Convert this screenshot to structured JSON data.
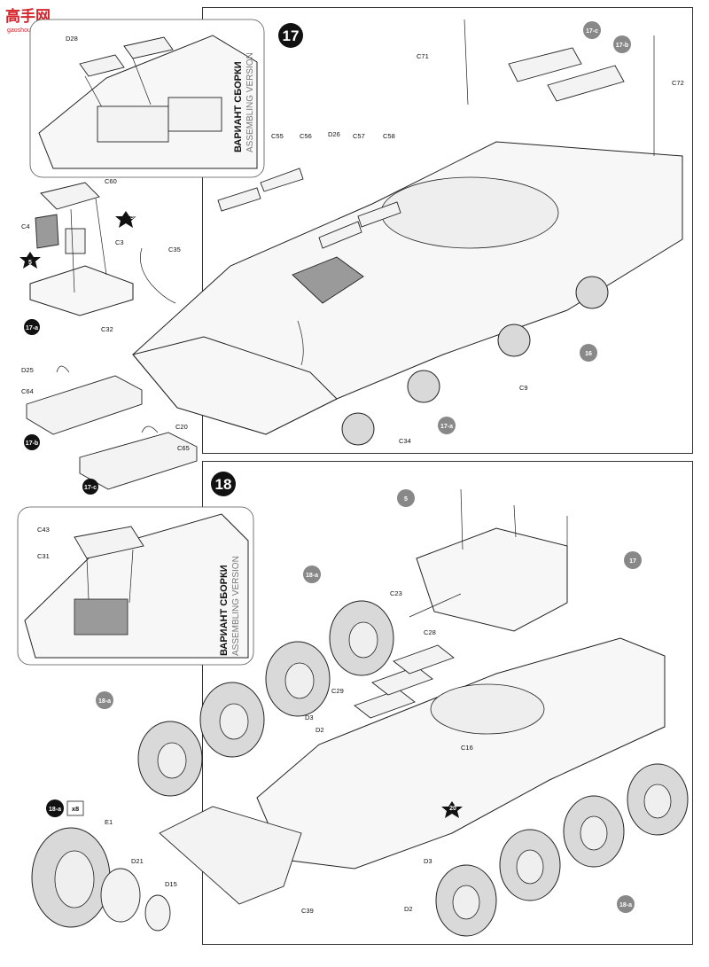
{
  "logo": {
    "main": "高手网",
    "sub": "gaoshou.com"
  },
  "steps": {
    "s17": "17",
    "s18": "18"
  },
  "inset17": {
    "title": "ВАРИАНТ СБОРКИ",
    "subtitle": "ASSEMBLING VERSION",
    "part": "D28"
  },
  "inset18": {
    "title": "ВАРИАНТ СБОРКИ",
    "subtitle": "ASSEMBLING VERSION",
    "part_a": "C43",
    "part_b": "C31"
  },
  "badges": {
    "b17a": "17-a",
    "b17b": "17-b",
    "b17c": "17-c",
    "b17a_main": "17-a",
    "b17b_main": "17-b",
    "b17c_main": "17-c",
    "b16": "16",
    "b5": "5",
    "b17": "17",
    "b18a_1": "18-a",
    "b18a_2": "18-a",
    "b18a_3": "18-a",
    "b18a_4": "18-a"
  },
  "stars": {
    "s55": "55",
    "s5": "5",
    "s20": "20"
  },
  "multiplier": "x8",
  "labels17": {
    "c60": "C60",
    "c4": "C4",
    "c3": "C3",
    "c32": "C32",
    "c35": "C35",
    "d25": "D25",
    "c64": "C64",
    "c20": "C20",
    "c65": "C65",
    "c55": "C55",
    "c56": "C56",
    "d26": "D26",
    "c57": "C57",
    "c58": "C58",
    "c71": "C71",
    "c72": "C72",
    "c9": "C9",
    "c34": "C34"
  },
  "labels18": {
    "c23": "C23",
    "c28": "C28",
    "c29": "C29",
    "c16": "C16",
    "d3a": "D3",
    "d2a": "D2",
    "d3b": "D3",
    "d2b": "D2",
    "e1": "E1",
    "d21": "D21",
    "d15": "D15",
    "c39": "C39"
  }
}
